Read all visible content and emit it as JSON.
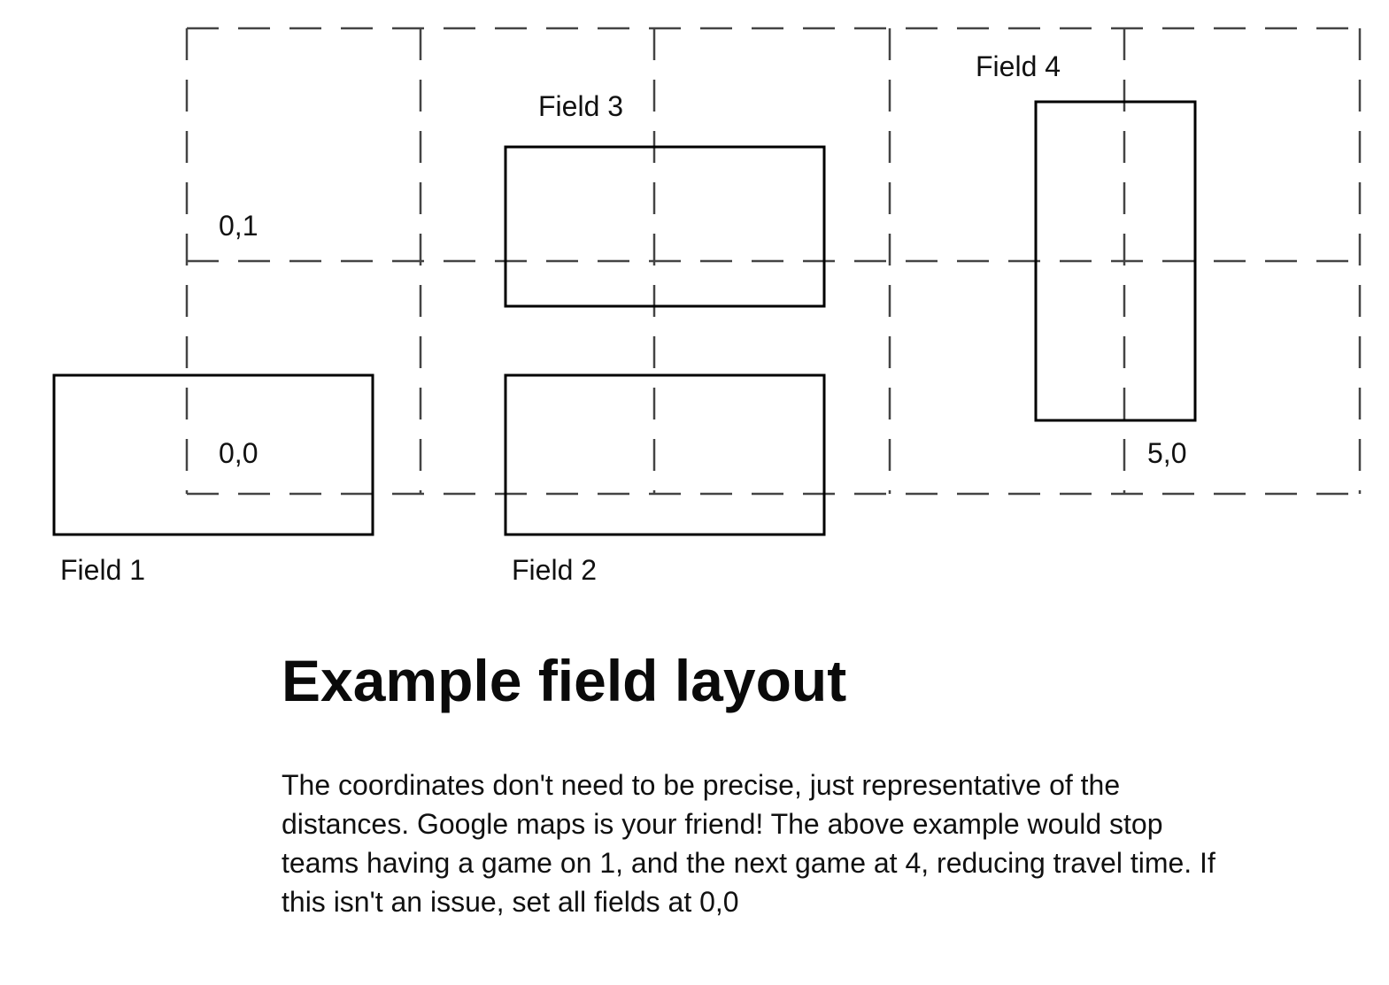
{
  "diagram": {
    "fields": [
      {
        "label": "Field 1"
      },
      {
        "label": "Field 2"
      },
      {
        "label": "Field 3"
      },
      {
        "label": "Field 4"
      }
    ],
    "coordinates": [
      {
        "label": "0,1"
      },
      {
        "label": "0,0"
      },
      {
        "label": "5,0"
      }
    ]
  },
  "caption": {
    "title": "Example field layout",
    "body": "The coordinates don't need to be precise, just representative of the distances. Google maps is your friend! The above example would stop teams having a game on 1, and the next game at 4, reducing travel time. If this isn't an issue, set all fields at 0,0"
  }
}
